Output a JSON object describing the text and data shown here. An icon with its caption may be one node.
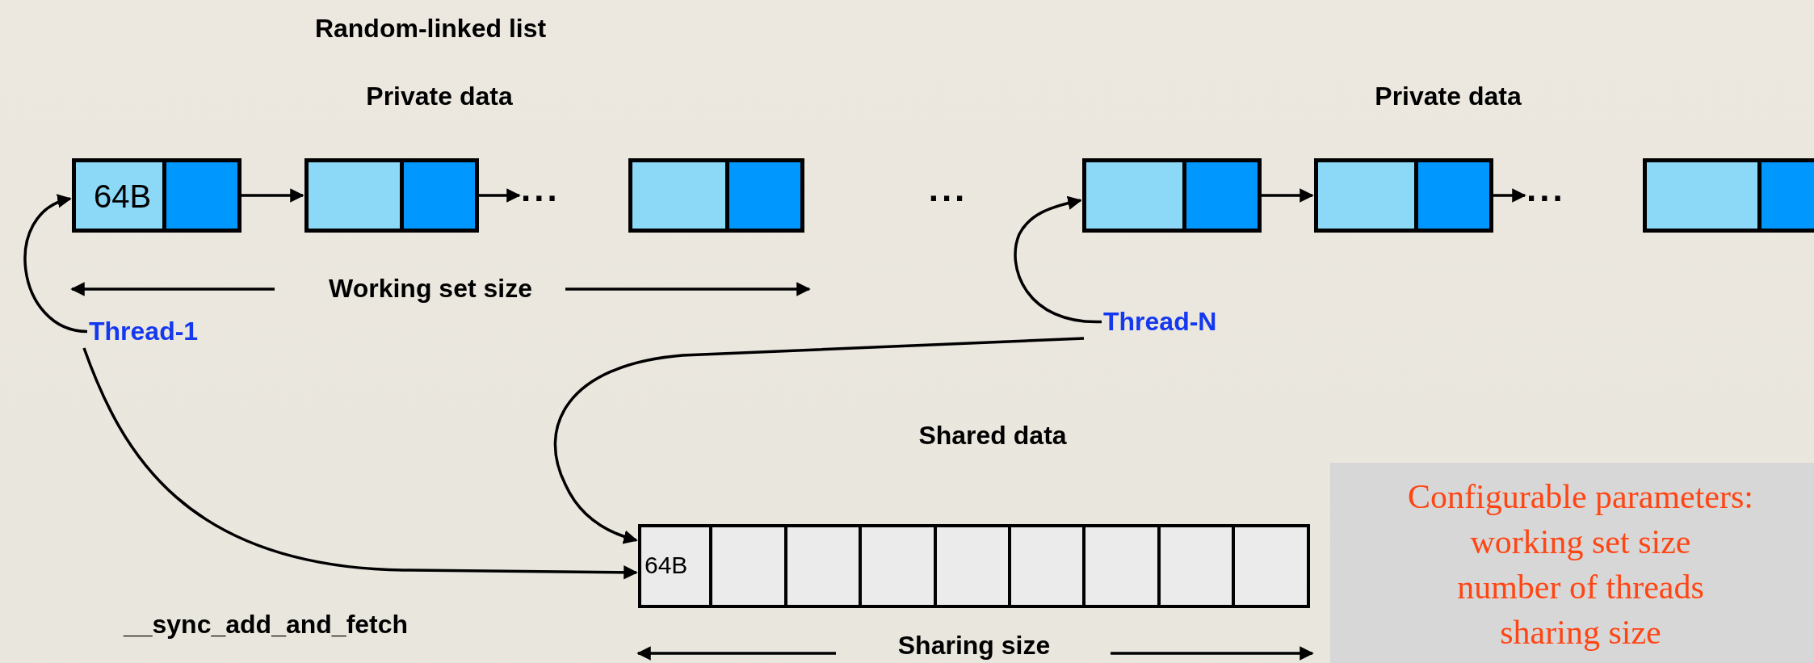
{
  "diagram": {
    "nodes": [
      {
        "text": [
          "64B"
        ]
      },
      {
        "text": [],
        "shape": "box"
      },
      {
        "text": [
          "..."
        ]
      },
      {
        "text": [],
        "shape": "box"
      },
      {
        "text": [],
        "shape": "box"
      },
      {
        "text": [],
        "shape": "box"
      },
      {
        "text": [
          "..."
        ]
      },
      {
        "text": [],
        "shape": "box"
      },
      {
        "text": [
          "Thread-1"
        ]
      },
      {
        "text": [
          "Thread-N"
        ]
      },
      {
        "text": [],
        "shape": "box"
      },
      {
        "text": [
          "64B"
        ],
        "in": 10
      },
      {
        "text": [],
        "shape": "box",
        "in": 10
      },
      {
        "text": [],
        "shape": "box",
        "in": 10
      },
      {
        "text": [],
        "shape": "box",
        "in": 10
      },
      {
        "text": [],
        "shape": "box",
        "in": 10
      },
      {
        "text": [],
        "shape": "box",
        "in": 10
      },
      {
        "text": [],
        "shape": "box",
        "in": 10
      },
      {
        "text": [],
        "shape": "box",
        "in": 10
      },
      {
        "text": [],
        "shape": "box",
        "in": 10
      },
      {
        "text": [
          "Configurable parameters:",
          "working set size",
          "number of threads",
          "sharing size"
        ]
      }
    ],
    "edges": [
      {
        "from": 0,
        "to": 1,
        "arrow": "to"
      },
      {
        "from": 1,
        "to": 2,
        "arrow": "to"
      },
      {
        "from": 4,
        "to": 5,
        "arrow": "to"
      },
      {
        "from": 5,
        "to": 6,
        "arrow": "to"
      },
      {
        "from": 8,
        "to": 0,
        "arrow": "to"
      },
      {
        "from": 8,
        "to": 11,
        "arrow": "to"
      },
      {
        "from": 9,
        "to": 4,
        "arrow": "to"
      },
      {
        "from": 9,
        "to": 11,
        "arrow": "to"
      }
    ],
    "labels": [
      "Random-linked list",
      "Private data",
      "Private data",
      "...",
      "Working set size",
      "Shared data",
      "__sync_add_and_fetch",
      "Sharing size"
    ]
  }
}
